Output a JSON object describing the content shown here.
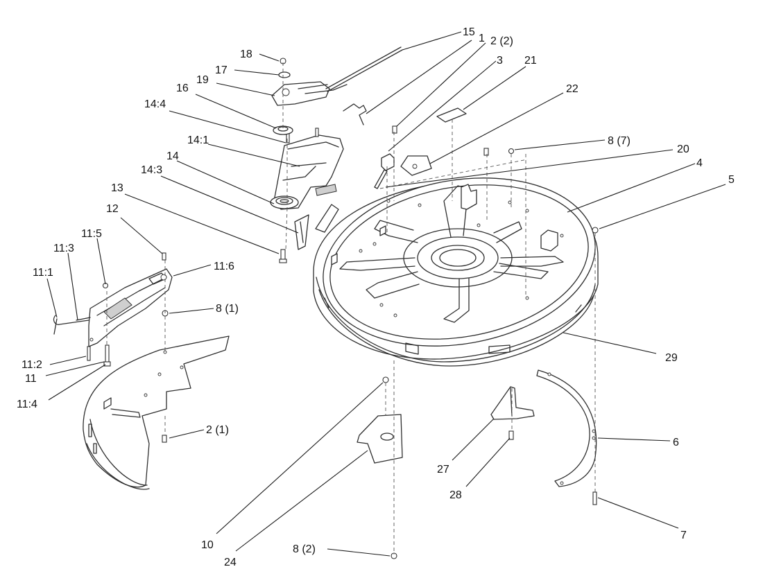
{
  "callouts": [
    {
      "id": "c15",
      "text": "15"
    },
    {
      "id": "c1",
      "text": "1"
    },
    {
      "id": "c2_2",
      "text": "2 (2)"
    },
    {
      "id": "c3",
      "text": "3"
    },
    {
      "id": "c21",
      "text": "21"
    },
    {
      "id": "c22",
      "text": "22"
    },
    {
      "id": "c18",
      "text": "18"
    },
    {
      "id": "c17",
      "text": "17"
    },
    {
      "id": "c19",
      "text": "19"
    },
    {
      "id": "c16",
      "text": "16"
    },
    {
      "id": "c14_4",
      "text": "14:4"
    },
    {
      "id": "c14_1",
      "text": "14:1"
    },
    {
      "id": "c14",
      "text": "14"
    },
    {
      "id": "c14_3",
      "text": "14:3"
    },
    {
      "id": "c13",
      "text": "13"
    },
    {
      "id": "c12",
      "text": "12"
    },
    {
      "id": "c11_5",
      "text": "11:5"
    },
    {
      "id": "c11_3",
      "text": "11:3"
    },
    {
      "id": "c11_1",
      "text": "11:1"
    },
    {
      "id": "c11_6",
      "text": "11:6"
    },
    {
      "id": "c8_1",
      "text": "8 (1)"
    },
    {
      "id": "c11_2",
      "text": "11:2"
    },
    {
      "id": "c11",
      "text": "11"
    },
    {
      "id": "c11_4",
      "text": "11:4"
    },
    {
      "id": "c2_1",
      "text": "2 (1)"
    },
    {
      "id": "c8_7",
      "text": "8 (7)"
    },
    {
      "id": "c20",
      "text": "20"
    },
    {
      "id": "c4",
      "text": "4"
    },
    {
      "id": "c5",
      "text": "5"
    },
    {
      "id": "c29",
      "text": "29"
    },
    {
      "id": "c6",
      "text": "6"
    },
    {
      "id": "c27",
      "text": "27"
    },
    {
      "id": "c28",
      "text": "28"
    },
    {
      "id": "c7",
      "text": "7"
    },
    {
      "id": "c10",
      "text": "10"
    },
    {
      "id": "c24",
      "text": "24"
    },
    {
      "id": "c8_2",
      "text": "8 (2)"
    }
  ]
}
